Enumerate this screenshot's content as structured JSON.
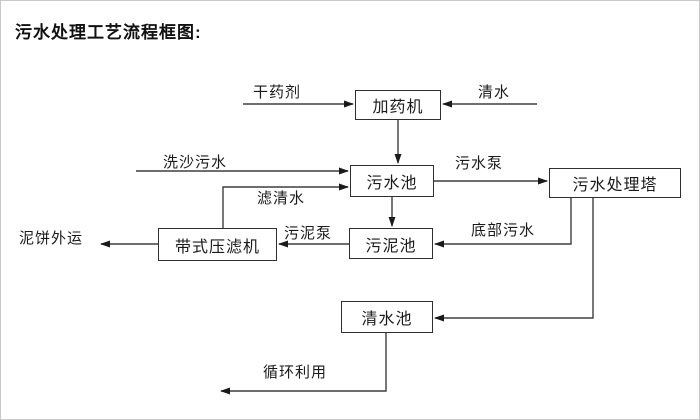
{
  "title": "污水处理工艺流程框图:",
  "diagram": {
    "nodes": {
      "dosing_machine": "加药机",
      "sewage_pool": "污水池",
      "treatment_tower": "污水处理塔",
      "belt_filter_press": "带式压滤机",
      "sludge_pool": "污泥池",
      "clean_water_pool": "清水池"
    },
    "labels": {
      "dry_agent": "干药剂",
      "clean_water": "清水",
      "sand_washing_sewage": "洗沙污水",
      "filtered_water": "滤清水",
      "sewage_pump": "污水泵",
      "sludge_pump": "污泥泵",
      "bottom_sewage": "底部污水",
      "mud_cake_out": "泥饼外运",
      "recycle_use": "循环利用"
    },
    "colors": {
      "line": "#3f3f3f",
      "arrowhead": "#1a1a1a",
      "box_border": "#2f2f2f",
      "background": "#ffffff",
      "text": "#1a1a1a"
    }
  }
}
